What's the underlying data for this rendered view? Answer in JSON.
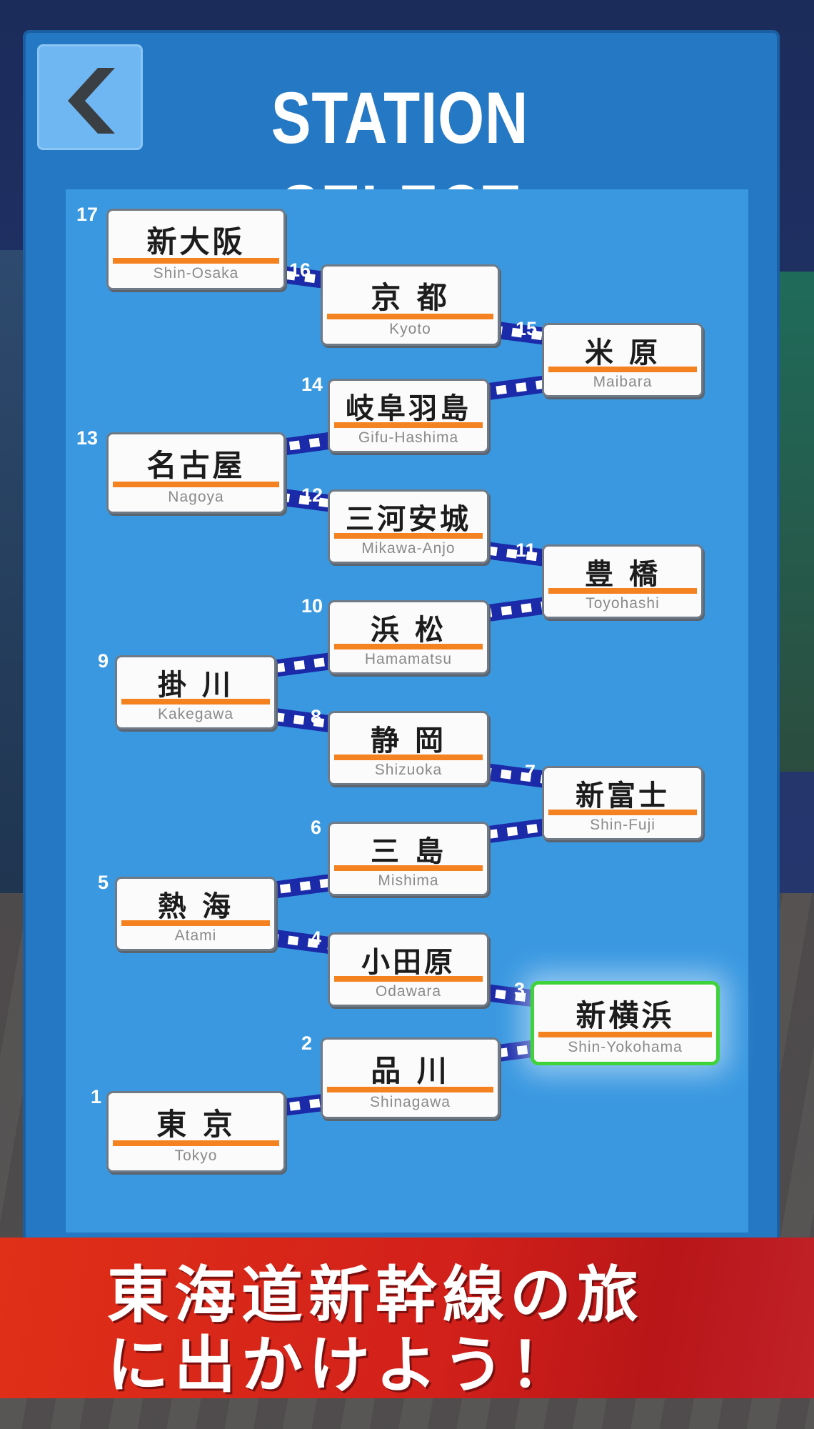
{
  "header": {
    "title": "STATION SELECT",
    "back_icon": "chevron-left-icon"
  },
  "stations": [
    {
      "num": "1",
      "name": "東 京",
      "romaji": "Tokyo"
    },
    {
      "num": "2",
      "name": "品 川",
      "romaji": "Shinagawa"
    },
    {
      "num": "3",
      "name": "新横浜",
      "romaji": "Shin-Yokohama",
      "selected": true
    },
    {
      "num": "4",
      "name": "小田原",
      "romaji": "Odawara"
    },
    {
      "num": "5",
      "name": "熱 海",
      "romaji": "Atami"
    },
    {
      "num": "6",
      "name": "三 島",
      "romaji": "Mishima"
    },
    {
      "num": "7",
      "name": "新富士",
      "romaji": "Shin-Fuji"
    },
    {
      "num": "8",
      "name": "静 岡",
      "romaji": "Shizuoka"
    },
    {
      "num": "9",
      "name": "掛 川",
      "romaji": "Kakegawa"
    },
    {
      "num": "10",
      "name": "浜 松",
      "romaji": "Hamamatsu"
    },
    {
      "num": "11",
      "name": "豊 橋",
      "romaji": "Toyohashi"
    },
    {
      "num": "12",
      "name": "三河安城",
      "romaji": "Mikawa-Anjo"
    },
    {
      "num": "13",
      "name": "名古屋",
      "romaji": "Nagoya"
    },
    {
      "num": "14",
      "name": "岐阜羽島",
      "romaji": "Gifu-Hashima"
    },
    {
      "num": "15",
      "name": "米 原",
      "romaji": "Maibara"
    },
    {
      "num": "16",
      "name": "京 都",
      "romaji": "Kyoto"
    },
    {
      "num": "17",
      "name": "新大阪",
      "romaji": "Shin-Osaka"
    }
  ],
  "banner": {
    "line1": "東海道新幹線の旅",
    "line2": "に出かけよう！"
  },
  "colors": {
    "panel": "#2478c4",
    "map": "#3a98e0",
    "track": "#1a2aa8",
    "stripe": "#f58220",
    "selected": "#3fd23a"
  }
}
